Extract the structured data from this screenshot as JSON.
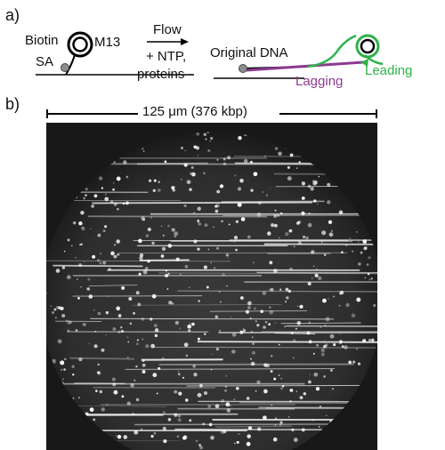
{
  "panel_a": {
    "label": "a)",
    "biotin_label": "Biotin",
    "m13_label": "M13",
    "sa_label": "SA",
    "flow_line1": "Flow",
    "flow_line2": "+ NTP,",
    "flow_line3": "proteins",
    "original_dna_label": "Original DNA",
    "leading_label": "Leading",
    "lagging_label": "Lagging"
  },
  "panel_b": {
    "label": "b)",
    "scale_bar_label": "125 μm (376 kbp)"
  },
  "colors": {
    "leading": "#2db24a",
    "lagging": "#8b3a8f",
    "dna": "#000000",
    "bead": "#8c8c8c"
  }
}
